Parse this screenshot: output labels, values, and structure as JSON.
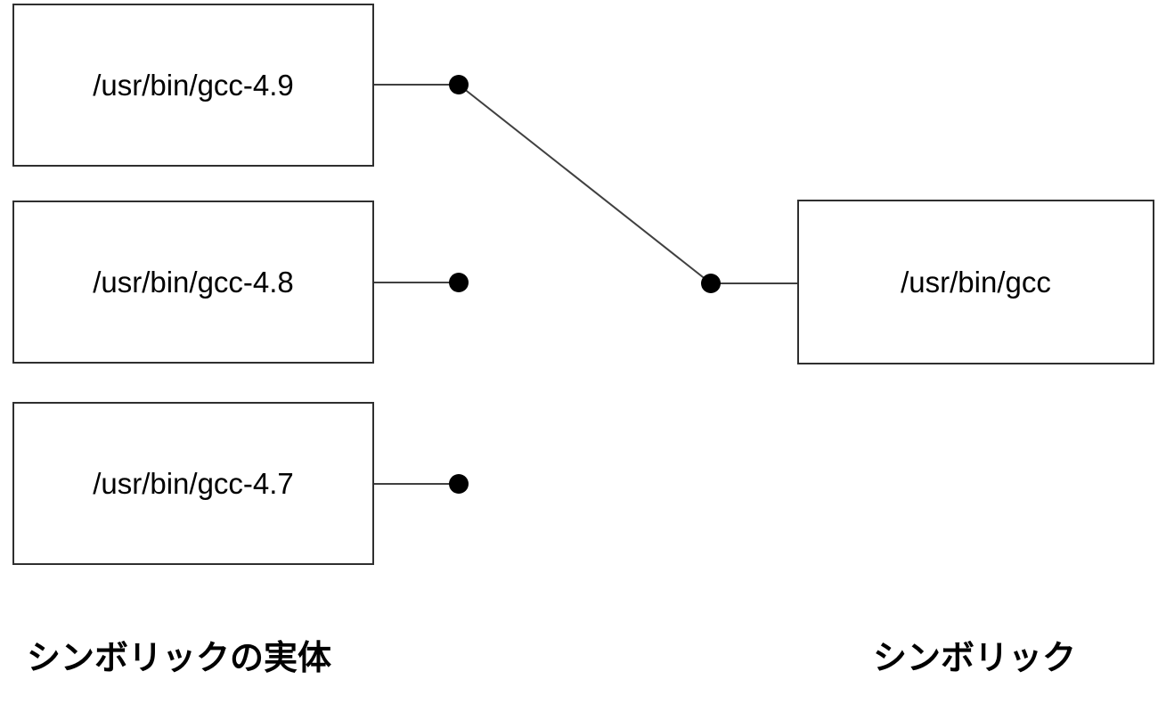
{
  "diagram": {
    "boxes": {
      "targets": [
        {
          "label": "/usr/bin/gcc-4.9"
        },
        {
          "label": "/usr/bin/gcc-4.8"
        },
        {
          "label": "/usr/bin/gcc-4.7"
        }
      ],
      "symlink": {
        "label": "/usr/bin/gcc"
      }
    },
    "captions": {
      "left": "シンボリックの実体",
      "right": "シンボリック"
    },
    "link": {
      "from": "/usr/bin/gcc",
      "to": "/usr/bin/gcc-4.9"
    },
    "colors": {
      "background": "#ffffff",
      "box_border": "#2f2f2f",
      "line": "#404040",
      "dot": "#000000",
      "text": "#000000"
    }
  }
}
